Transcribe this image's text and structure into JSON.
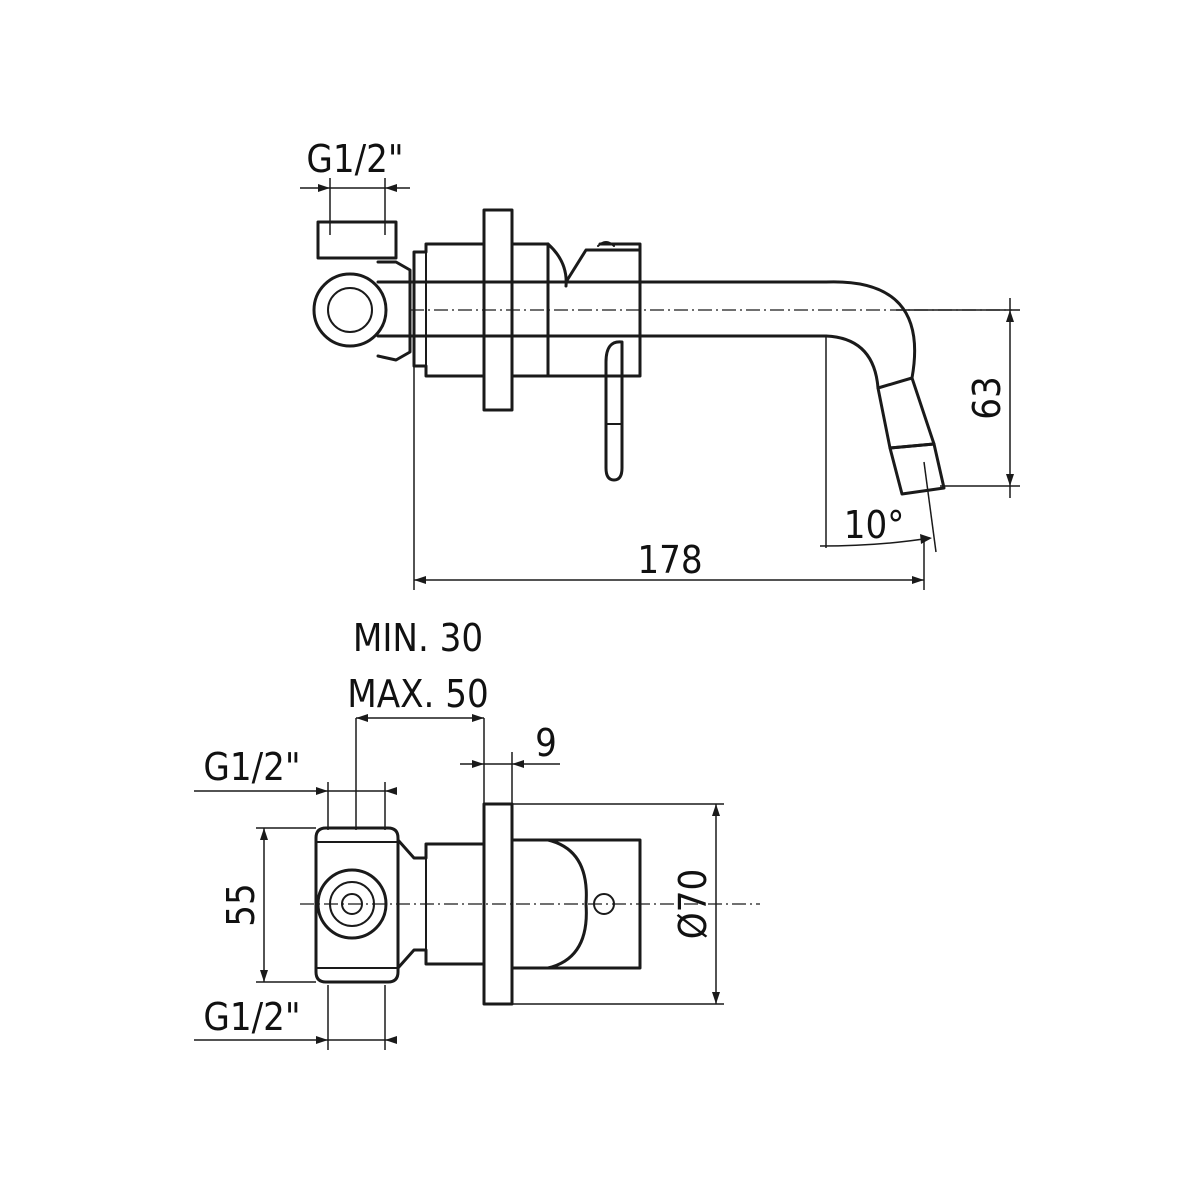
{
  "side_view": {
    "thread_label": "G1/2\"",
    "length_label": "178",
    "height_label": "63",
    "angle_label": "10°"
  },
  "top_view": {
    "min_label": "MIN. 30",
    "max_label": "MAX. 50",
    "plate_label": "9",
    "thread_top_label": "G1/2\"",
    "thread_bottom_label": "G1/2\"",
    "body_height_label": "55",
    "diameter_label": "Ø70"
  }
}
